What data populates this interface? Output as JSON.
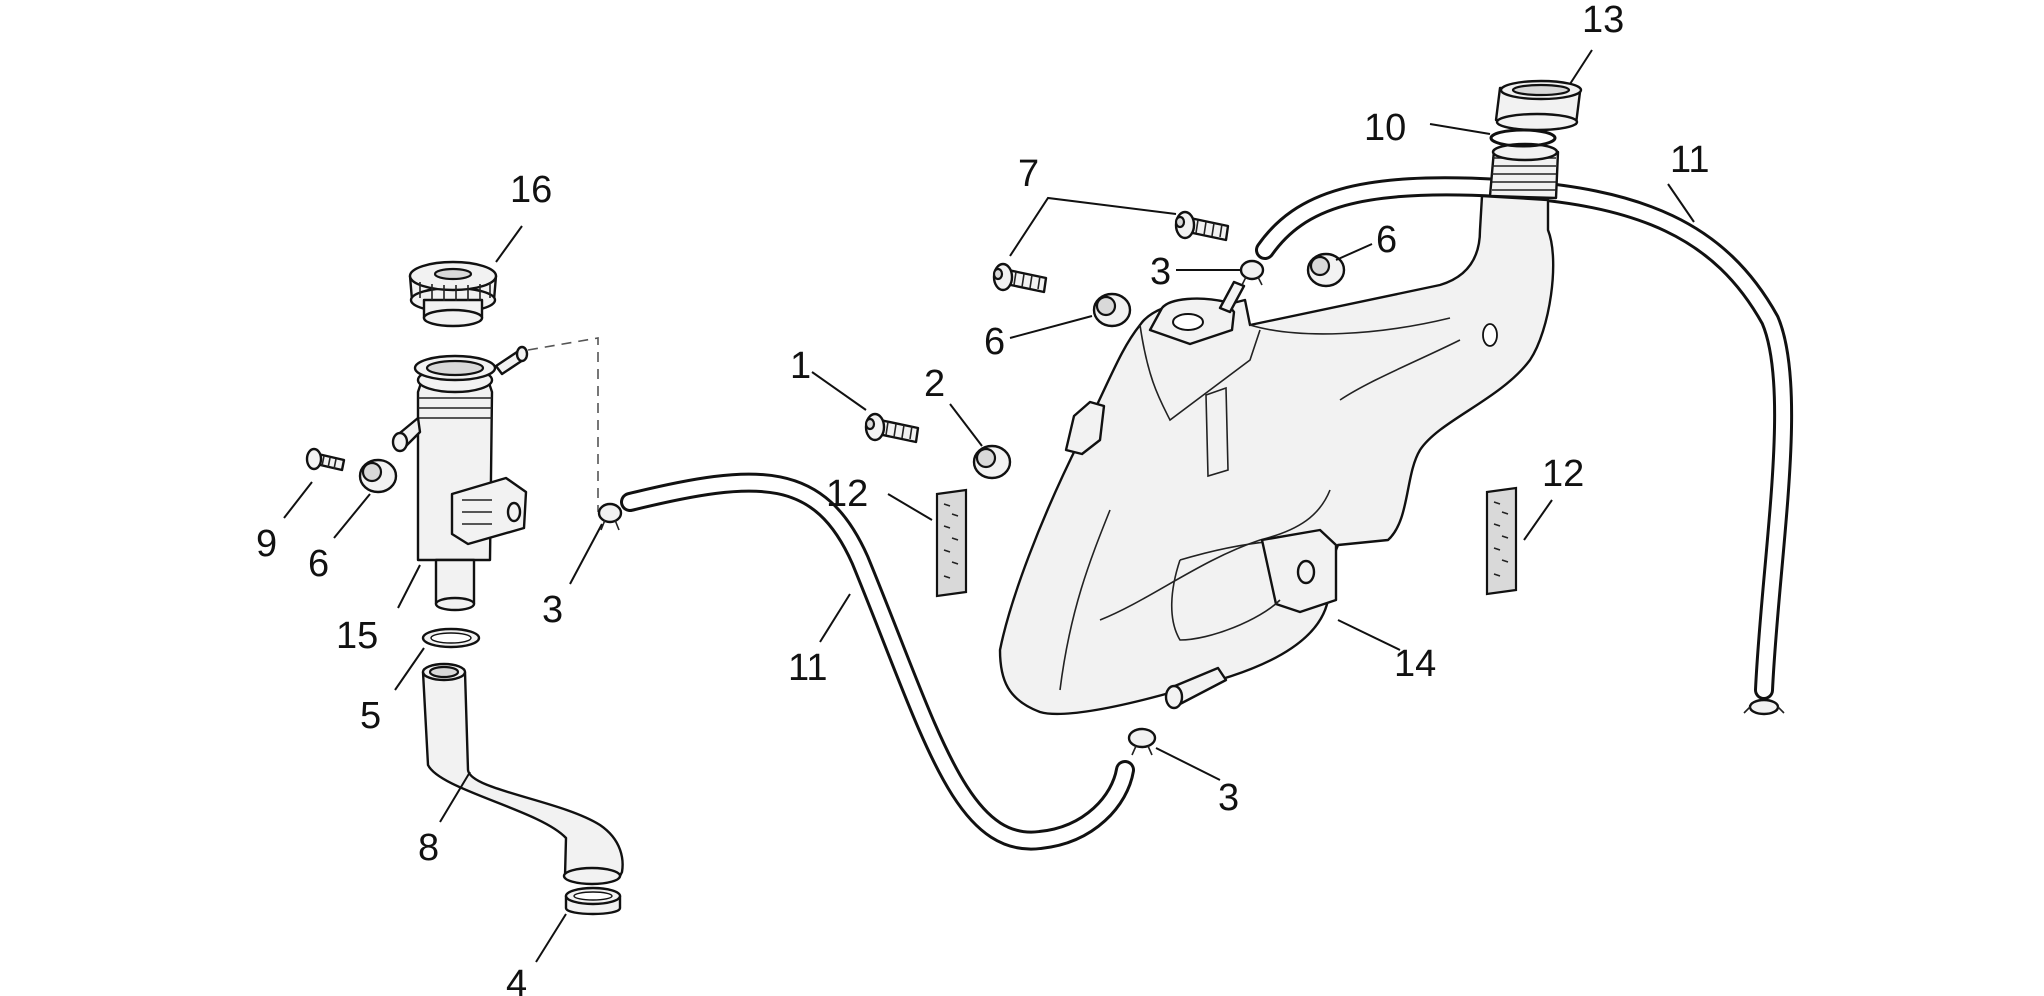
{
  "diagram": {
    "callouts": [
      {
        "id": "c16",
        "label": "16"
      },
      {
        "id": "c9",
        "label": "9"
      },
      {
        "id": "c6a",
        "label": "6"
      },
      {
        "id": "c15",
        "label": "15"
      },
      {
        "id": "c3a",
        "label": "3"
      },
      {
        "id": "c5",
        "label": "5"
      },
      {
        "id": "c8",
        "label": "8"
      },
      {
        "id": "c4",
        "label": "4"
      },
      {
        "id": "c1",
        "label": "1"
      },
      {
        "id": "c2",
        "label": "2"
      },
      {
        "id": "c12a",
        "label": "12"
      },
      {
        "id": "c11a",
        "label": "11"
      },
      {
        "id": "c7",
        "label": "7"
      },
      {
        "id": "c6b",
        "label": "6"
      },
      {
        "id": "c3b",
        "label": "3"
      },
      {
        "id": "c6c",
        "label": "6"
      },
      {
        "id": "c13",
        "label": "13"
      },
      {
        "id": "c10",
        "label": "10"
      },
      {
        "id": "c11b",
        "label": "11"
      },
      {
        "id": "c12b",
        "label": "12"
      },
      {
        "id": "c14",
        "label": "14"
      },
      {
        "id": "c3c",
        "label": "3"
      }
    ]
  }
}
